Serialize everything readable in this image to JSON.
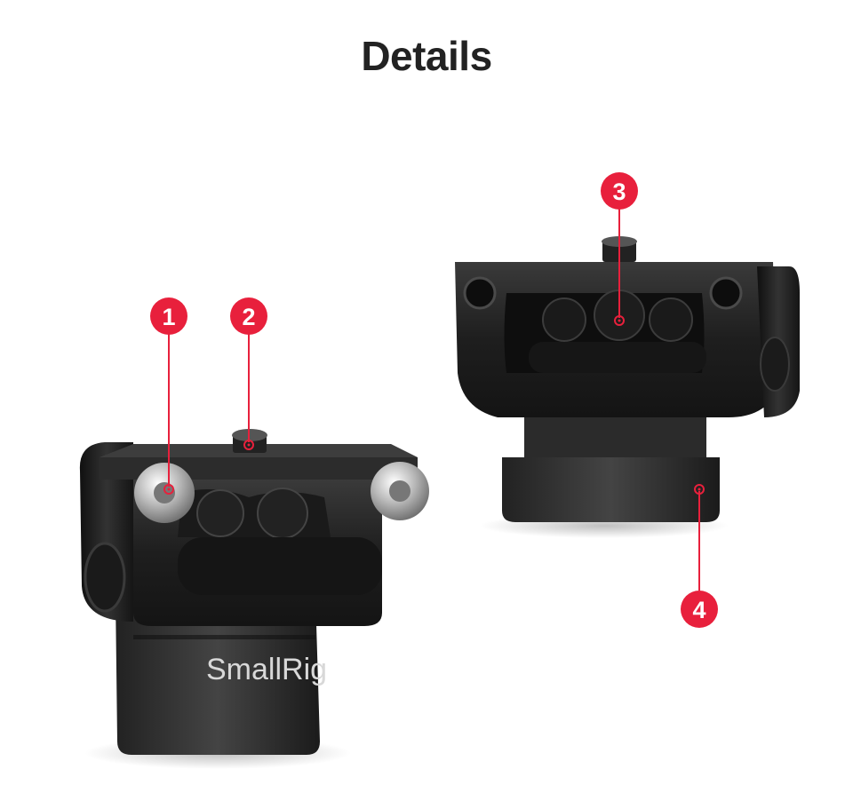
{
  "page": {
    "title": "Details",
    "accent_color": "#e8203c"
  },
  "product": {
    "brand_logo_text": "SmallRig"
  },
  "callouts": [
    {
      "number": "1"
    },
    {
      "number": "2"
    },
    {
      "number": "3"
    },
    {
      "number": "4"
    }
  ]
}
